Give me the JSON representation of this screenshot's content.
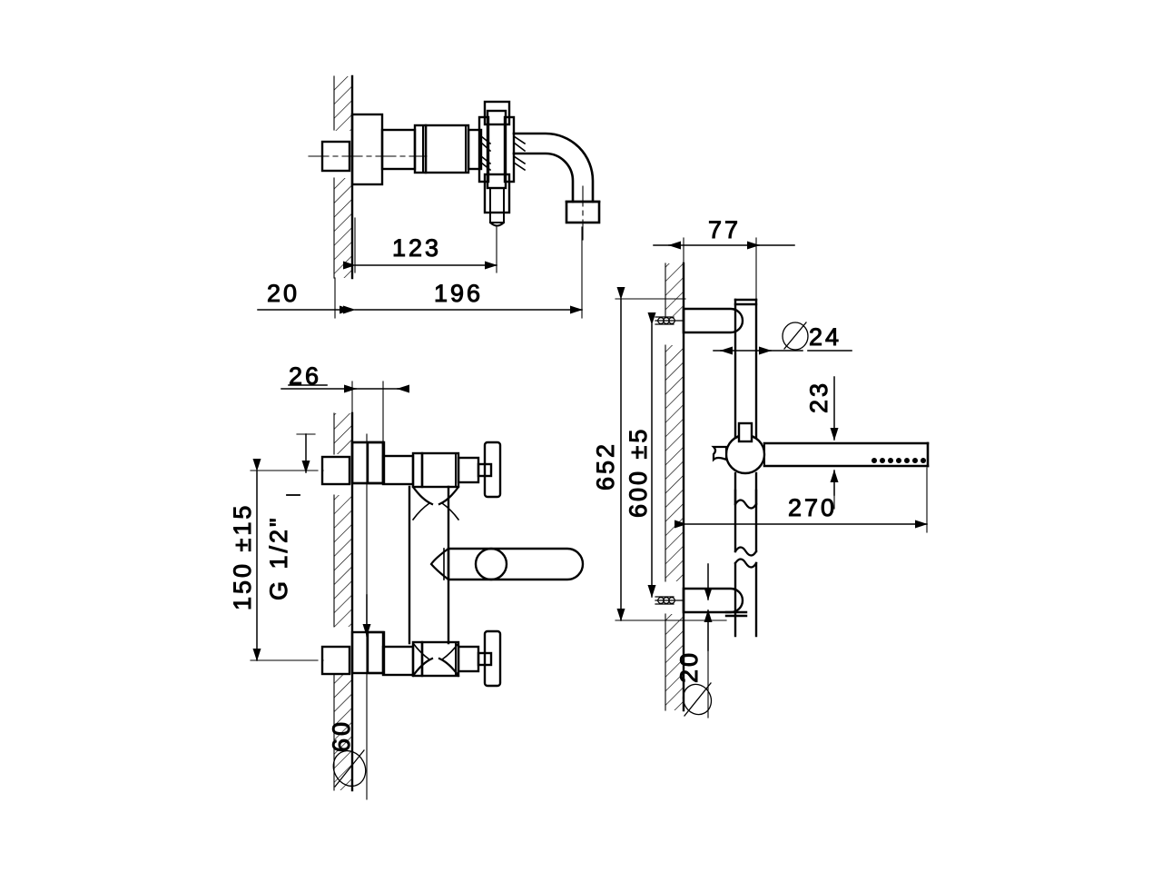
{
  "drawing": {
    "type": "technical-dimension-drawing",
    "subject": "wall-mounted bath/shower mixer tap with hand shower set",
    "background_color": "#ffffff",
    "line_color": "#000000",
    "units": "mm",
    "projection": "side elevation"
  },
  "views": [
    {
      "id": "view-basin-mixer",
      "name": "Wall mounted basin mixer - side elevation",
      "position": "top-left"
    },
    {
      "id": "view-bath-mixer",
      "name": "Wall mounted bath mixer body - side elevation",
      "position": "bottom-left"
    },
    {
      "id": "view-shower-set",
      "name": "Shower rail with hand shower - side elevation",
      "position": "right"
    }
  ],
  "dimensions": {
    "basin_projection_to_aerator": "123",
    "basin_total_projection": "196",
    "wall_thickness_offset": "20",
    "escutcheon_depth": "26",
    "inlet_centre_height": "150 ±15",
    "inlet_thread": "G 1/2\"",
    "escutcheon_diameter": "Ø60",
    "rail_total_height": "652",
    "rail_bracket_spacing": "600 ±5",
    "bracket_projection": "77",
    "rail_tube_diameter": "Ø24",
    "handshower_diameter": "23",
    "handshower_length": "270",
    "bracket_tube_diameter": "Ø20"
  },
  "labels": [
    {
      "id": "dim-123",
      "text": "123",
      "view": "view-basin-mixer"
    },
    {
      "id": "dim-196",
      "text": "196",
      "view": "view-basin-mixer"
    },
    {
      "id": "dim-20",
      "text": "20",
      "view": "view-basin-mixer"
    },
    {
      "id": "dim-26",
      "text": "26",
      "view": "view-bath-mixer"
    },
    {
      "id": "dim-150",
      "text": "150 ±15",
      "view": "view-bath-mixer"
    },
    {
      "id": "dim-g12",
      "text": "G 1/2\"",
      "view": "view-bath-mixer"
    },
    {
      "id": "dim-d60",
      "text": "Ø60",
      "view": "view-bath-mixer"
    },
    {
      "id": "dim-652",
      "text": "652",
      "view": "view-shower-set"
    },
    {
      "id": "dim-600",
      "text": "600 ±5",
      "view": "view-shower-set"
    },
    {
      "id": "dim-77",
      "text": "77",
      "view": "view-shower-set"
    },
    {
      "id": "dim-d24",
      "text": "Ø24",
      "view": "view-shower-set"
    },
    {
      "id": "dim-23",
      "text": "23",
      "view": "view-shower-set"
    },
    {
      "id": "dim-270",
      "text": "270",
      "view": "view-shower-set"
    },
    {
      "id": "dim-d20",
      "text": "Ø20",
      "view": "view-shower-set"
    }
  ]
}
